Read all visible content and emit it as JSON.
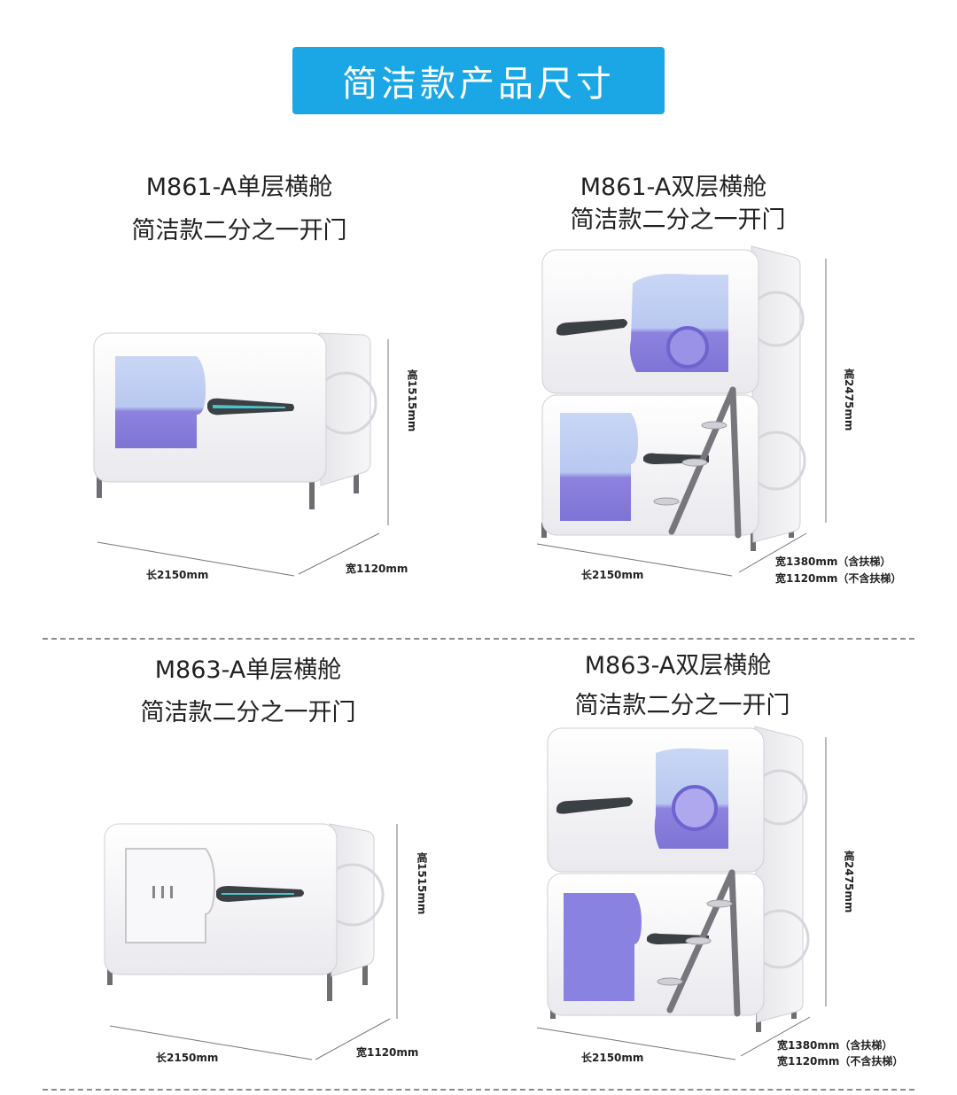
{
  "banner": "简洁款产品尺寸",
  "products": [
    {
      "model": "M861-A单层横舱",
      "subtitle": "简洁款二分之一开门",
      "height": "高1515mm",
      "length": "长2150mm",
      "width": "宽1120mm"
    },
    {
      "model": "M861-A双层横舱",
      "subtitle": "简洁款二分之一开门",
      "height": "高2475mm",
      "length": "长2150mm",
      "width_with_ladder": "宽1380mm（含扶梯）",
      "width_without_ladder": "宽1120mm（不含扶梯）"
    },
    {
      "model": "M863-A单层横舱",
      "subtitle": "简洁款二分之一开门",
      "height": "高1515mm",
      "length": "长2150mm",
      "width": "宽1120mm"
    },
    {
      "model": "M863-A双层横舱",
      "subtitle": "简洁款二分之一开门",
      "height": "高2475mm",
      "length": "长2150mm",
      "width_with_ladder": "宽1380mm（含扶梯）",
      "width_without_ladder": "宽1120mm（不含扶梯）"
    }
  ],
  "colors": {
    "banner": "#1ba7e6",
    "pod_body": "#f4f4f6",
    "window": "#8f86e0",
    "leg": "#6d6d72"
  }
}
